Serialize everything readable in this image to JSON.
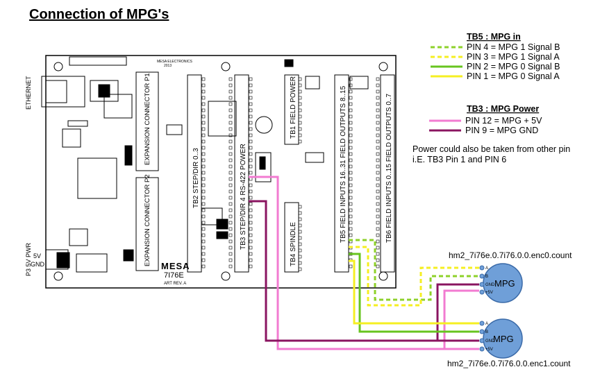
{
  "title": "Connection of MPG's",
  "board": {
    "ethernet_label": "ETHERNET",
    "expansion_p1": "EXPANSION CONNECTOR P1",
    "expansion_p2": "EXPANSION CONNECTOR P2",
    "tb2": "TB2 STEP/DIR 0..3",
    "tb3": "TB3 STEP/DIR 4 RS-422 POWER",
    "tb1": "TB1 FIELD POWER",
    "tb4": "TB4 SPINDLE",
    "tb5": "TB5 FIELD INPUTS 16..31 FIELD OUTPUTS 8..15",
    "tb6": "TB6 FIELD INPUTS 0..15 FIELD OUTPUTS 0..7",
    "power_label": "P3 5V PWR",
    "v5": "5V",
    "gnd": "GND",
    "logo": "MESA",
    "model": "7I76E",
    "rev": "ART REV. A",
    "maker": "MESA ELECTRONICS",
    "year": "2013"
  },
  "legend_tb5": {
    "title": "TB5 : MPG in",
    "items": [
      {
        "label": "PIN 4 = MPG 1 Signal B",
        "color": "#8ed12a",
        "dashed": true
      },
      {
        "label": "PIN 3 = MPG 1 Signal A",
        "color": "#f5ef22",
        "dashed": true
      },
      {
        "label": "PIN 2 = MPG 0 Signal B",
        "color": "#67c41f",
        "dashed": false
      },
      {
        "label": "PIN 1 = MPG 0 Signal A",
        "color": "#f5ef22",
        "dashed": false
      }
    ]
  },
  "legend_tb3": {
    "title": "TB3 : MPG Power",
    "items": [
      {
        "label": "PIN 12 = MPG + 5V",
        "color": "#f27bd1"
      },
      {
        "label": "PIN 9  = MPG GND",
        "color": "#8a1460"
      }
    ]
  },
  "note": {
    "line1": "Power could also be taken from other pin",
    "line2": "i.E.  TB3 Pin 1 and PIN 6"
  },
  "mpg0": {
    "label": "MPG",
    "enc": "hm2_7i76e.0.7i76.0.0.enc0.count",
    "pins": [
      "A",
      "B",
      "GND",
      "+5V"
    ]
  },
  "mpg1": {
    "label": "MPG",
    "enc": "hm2_7i76e.0.7i76.0.0.enc1.count",
    "pins": [
      "A",
      "B",
      "GND",
      "+5V"
    ]
  },
  "colors": {
    "mpg_fill": "#6f9fd8",
    "mpg_stroke": "#3a6aa8",
    "board": "#000000"
  }
}
